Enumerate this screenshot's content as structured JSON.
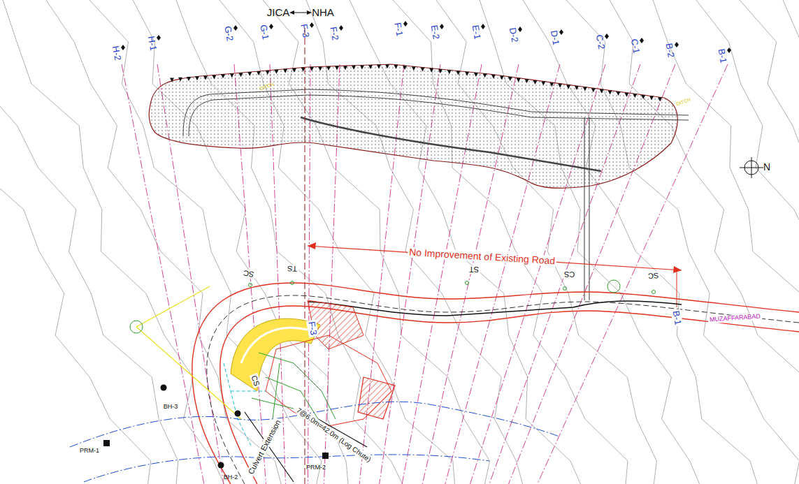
{
  "diagram": {
    "labels": [
      "JICA",
      "NHA",
      "H-2",
      "H-1",
      "G-2",
      "G-1",
      "F-3",
      "F-2",
      "F-1",
      "E-2",
      "E-1",
      "D-2",
      "D-1",
      "C-2",
      "C-1",
      "B-2",
      "B-1",
      "No Improvement of Existing Road",
      "SC",
      "TS",
      "ST",
      "CS",
      "SC",
      "F-3",
      "B-1",
      "MUZAFFARABAD",
      "BH-3",
      "BH-2",
      "PRM-1",
      "PRM-2",
      "CS",
      "Culvert Extension",
      "7@6.0m=42.0m (Log Chute)",
      "DITCH",
      "DITCH",
      "N"
    ]
  }
}
